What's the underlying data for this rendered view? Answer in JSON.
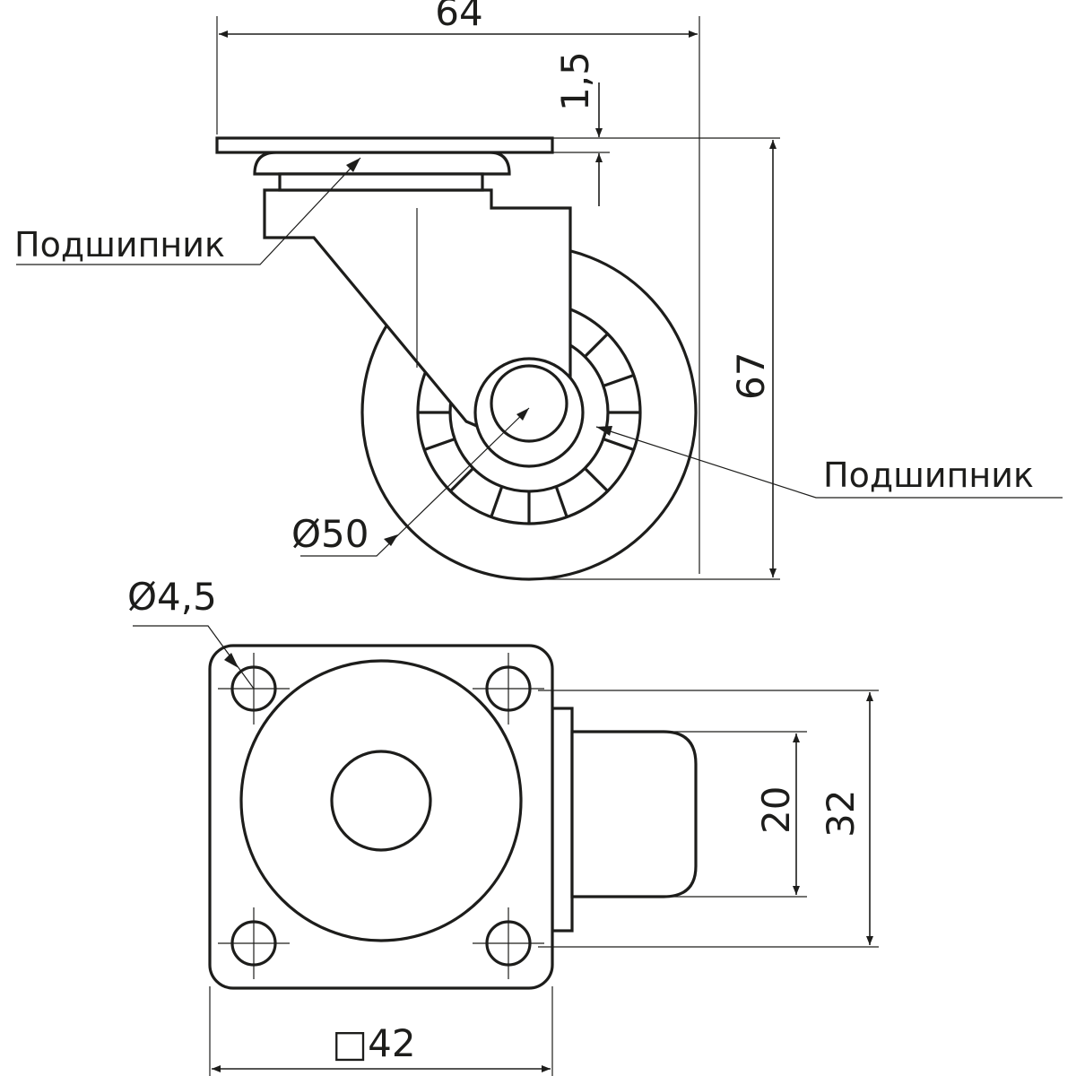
{
  "side_view": {
    "width_label": "64",
    "plate_thickness_label": "1,5",
    "height_label": "67",
    "wheel_diameter_label": "Ø50",
    "bearing_top_label": "Подшипник",
    "bearing_hub_label": "Подшипник"
  },
  "top_view": {
    "hole_diameter_label": "Ø4,5",
    "plate_size_label": "□42",
    "inner_width_label": "20",
    "outer_width_label": "32"
  }
}
